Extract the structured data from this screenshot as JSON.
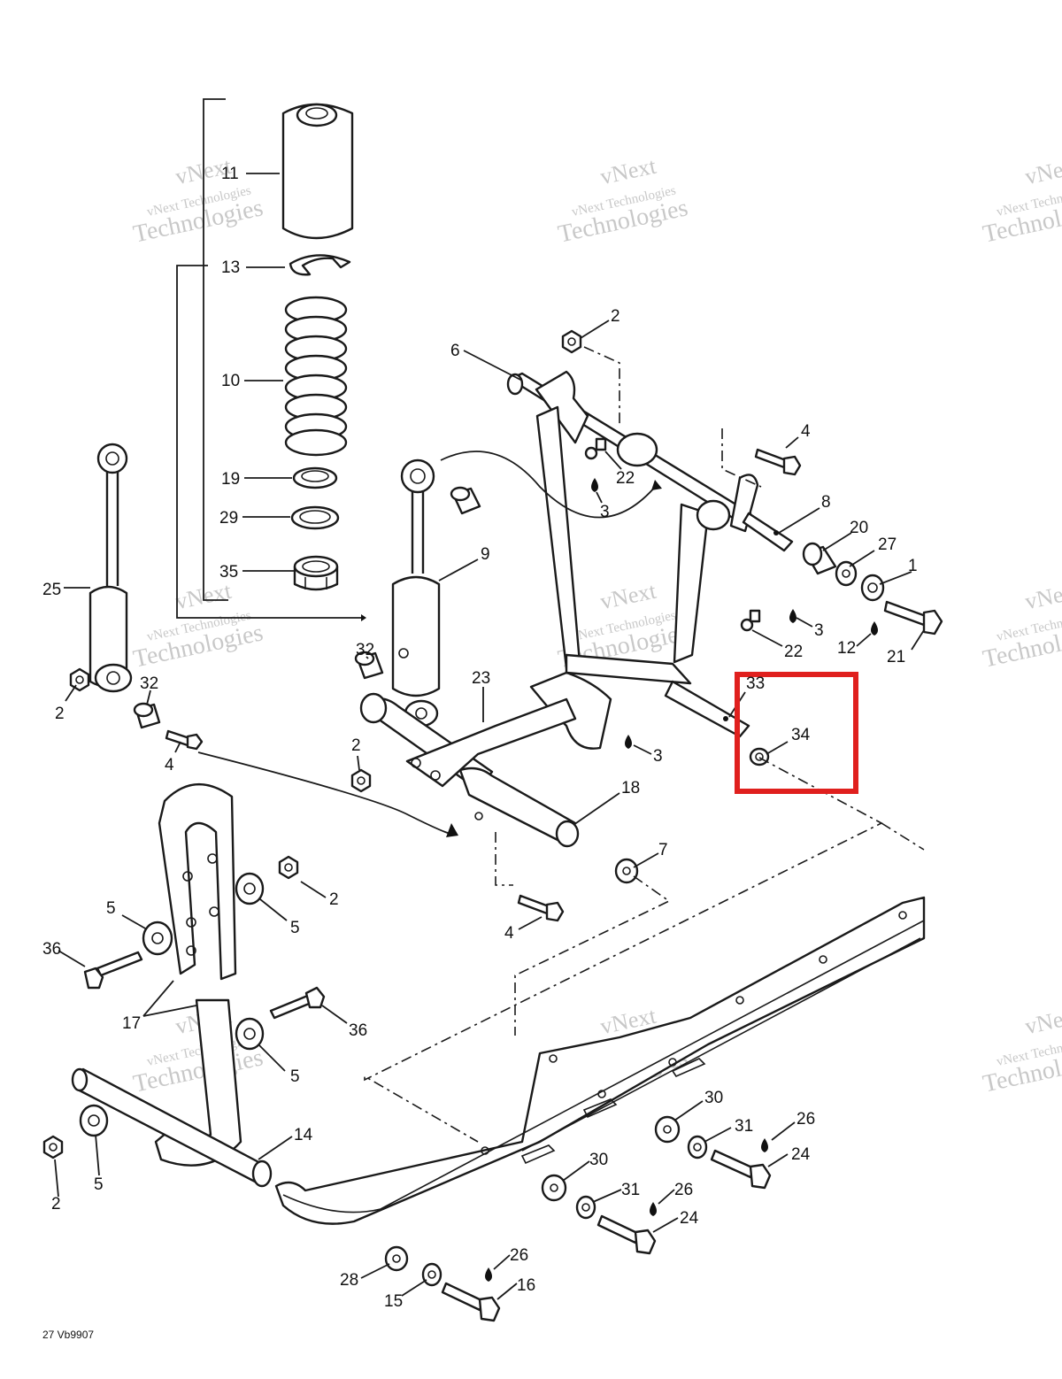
{
  "callouts": [
    "11",
    "13",
    "10",
    "19",
    "29",
    "35",
    "25",
    "2",
    "32",
    "4",
    "9",
    "32",
    "23",
    "2",
    "3",
    "6",
    "2",
    "22",
    "3",
    "4",
    "8",
    "20",
    "27",
    "1",
    "3",
    "22",
    "12",
    "21",
    "33",
    "34",
    "18",
    "7",
    "5",
    "2",
    "5",
    "36",
    "4",
    "17",
    "36",
    "5",
    "5",
    "2",
    "14",
    "30",
    "31",
    "26",
    "24",
    "30",
    "31",
    "26",
    "24",
    "28",
    "15",
    "26",
    "16"
  ],
  "watermark": {
    "line1": "vNext Technologies",
    "line2": "Technologies",
    "brand": "vNext"
  },
  "figure_code": "27 Vb9907",
  "colors": {
    "line": "#1a1a1a",
    "highlight": "#e0201e",
    "watermark": "#c8c8c8",
    "background": "#ffffff"
  }
}
